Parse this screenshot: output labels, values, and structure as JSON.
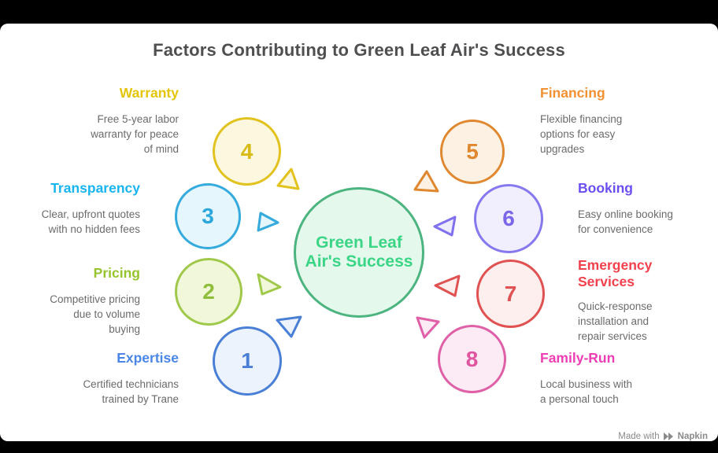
{
  "title": {
    "text": "Factors Contributing to Green Leaf Air's Success",
    "color": "#4f4f51"
  },
  "center": {
    "lines": [
      "Green Leaf",
      "Air's Success"
    ],
    "text_color": "#3bd586",
    "border_color": "#4cb47e",
    "fill_color": "#e4f8ec"
  },
  "factors": [
    {
      "number": "1",
      "label": "Expertise",
      "desc_lines": [
        "Certified technicians",
        "trained by Trane"
      ],
      "label_color": "#4a86e8",
      "circle_color": "#4a7fd6",
      "fill": "#edf3fc"
    },
    {
      "number": "2",
      "label": "Pricing",
      "desc_lines": [
        "Competitive pricing",
        "due to volume",
        "buying"
      ],
      "label_color": "#96c42d",
      "circle_color": "#a0c84a",
      "fill": "#f1f8da"
    },
    {
      "number": "3",
      "label": "Transparency",
      "desc_lines": [
        "Clear, upfront quotes",
        "with no hidden fees"
      ],
      "label_color": "#19b5ee",
      "circle_color": "#35aadc",
      "fill": "#e6f6fd"
    },
    {
      "number": "4",
      "label": "Warranty",
      "desc_lines": [
        "Free 5-year labor",
        "warranty for peace",
        "of mind"
      ],
      "label_color": "#e4c50c",
      "circle_color": "#e2c21f",
      "fill": "#fcf8e0"
    },
    {
      "number": "5",
      "label": "Financing",
      "desc_lines": [
        "Flexible financing",
        "options for easy",
        "upgrades"
      ],
      "label_color": "#f19133",
      "circle_color": "#df8830",
      "fill": "#fdf1e3"
    },
    {
      "number": "6",
      "label": "Booking",
      "desc_lines": [
        "Easy online booking",
        "for convenience"
      ],
      "label_color": "#6c4ef2",
      "circle_color": "#8678ee",
      "fill": "#f1eefd"
    },
    {
      "number": "7",
      "label": "Emergency Services",
      "desc_lines": [
        "Quick-response",
        "installation and",
        "repair services"
      ],
      "label_color": "#f2404e",
      "circle_color": "#e05252",
      "fill": "#fdefee"
    },
    {
      "number": "8",
      "label": "Family-Run",
      "desc_lines": [
        "Local business with",
        "a personal touch"
      ],
      "label_color": "#ee3eb5",
      "circle_color": "#e060a8",
      "fill": "#fcebf5"
    }
  ],
  "watermark": {
    "prefix": "Made with",
    "brand": "Napkin",
    "color": "#8a8a8a"
  }
}
